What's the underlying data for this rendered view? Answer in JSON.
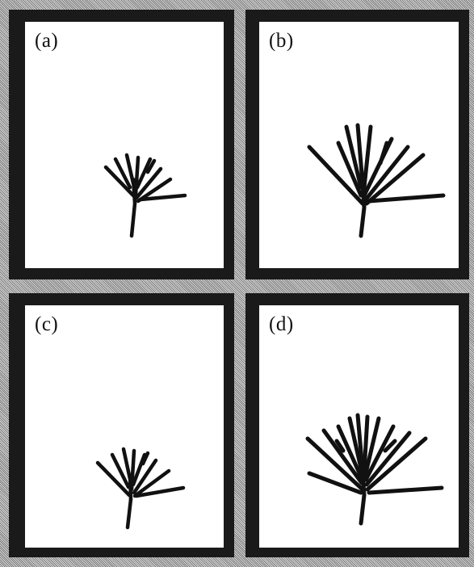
{
  "panels": [
    {
      "id": "a",
      "label": "(a)"
    },
    {
      "id": "b",
      "label": "(b)"
    },
    {
      "id": "c",
      "label": "(c)"
    },
    {
      "id": "d",
      "label": "(d)"
    }
  ],
  "colors": {
    "frame": "#1a1a1a",
    "background": "#ffffff",
    "ink": "#111111"
  }
}
